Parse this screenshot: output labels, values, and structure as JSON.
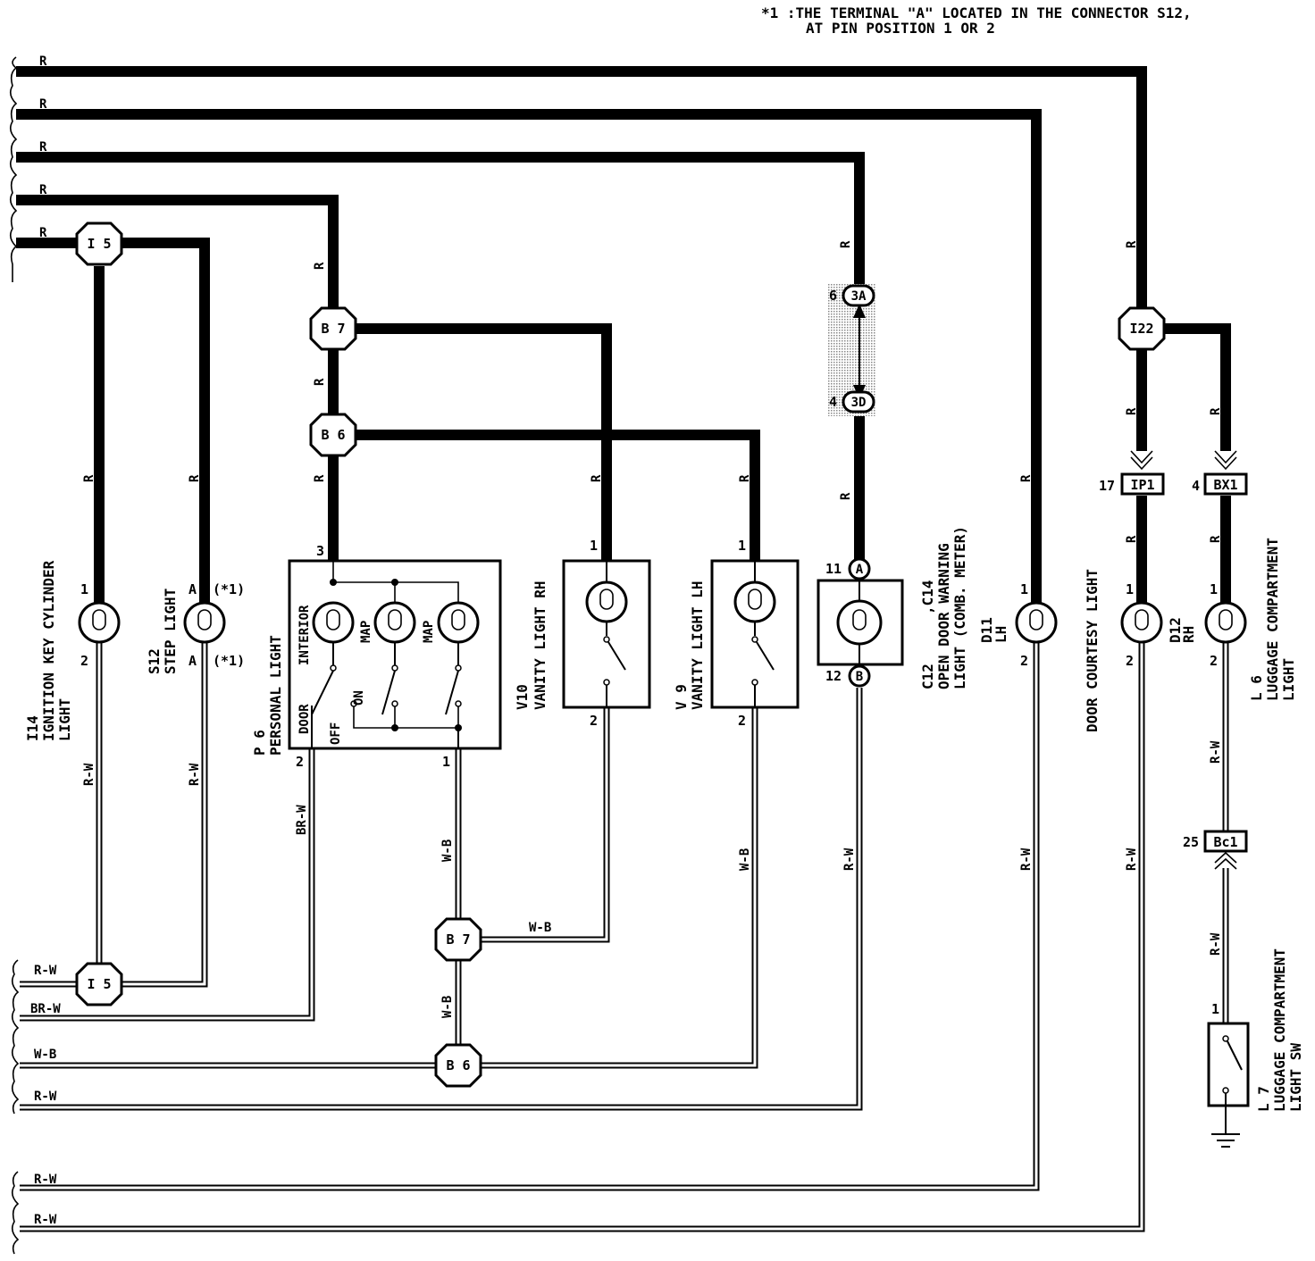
{
  "note": {
    "line1": "*1 :THE TERMINAL \"A\" LOCATED IN THE CONNECTOR S12,",
    "line2": "AT PIN POSITION 1 OR 2"
  },
  "wire_colors": {
    "R": "R",
    "RW": "R-W",
    "BRW": "BR-W",
    "WB": "W-B"
  },
  "junctions": {
    "i5": "I 5",
    "b7": "B 7",
    "b6": "B 6",
    "i22": "I22",
    "ip1": "IP1",
    "bx1": "BX1",
    "bc1": "Bc1",
    "c3a": "3A",
    "c3d": "3D"
  },
  "pins": {
    "p1": "1",
    "p2": "2",
    "p3": "3",
    "p4": "4",
    "p6": "6",
    "p11": "11",
    "p12": "12",
    "p17": "17",
    "p25": "25",
    "a": "A",
    "b": "B",
    "a_star": "(*1)"
  },
  "components": {
    "i14": {
      "code": "I14",
      "name1": "IGNITION KEY CYLINDER",
      "name2": "LIGHT"
    },
    "s12": {
      "code": "S12",
      "name1": "STEP LIGHT"
    },
    "p6": {
      "code": "P 6",
      "name1": "PERSONAL LIGHT",
      "interior": "INTERIOR",
      "map1": "MAP",
      "map2": "MAP",
      "door": "DOOR",
      "off": "OFF",
      "on": "ON"
    },
    "v10": {
      "code": "V10",
      "name1": "VANITY LIGHT RH"
    },
    "v9": {
      "code": "V 9",
      "name1": "VANITY LIGHT LH"
    },
    "c12": {
      "code": "C12",
      "code2": ",C14",
      "name1": "OPEN DOOR WARNING",
      "name2": "LIGHT (COMB. METER)"
    },
    "d11": {
      "code": "D11",
      "side": "LH"
    },
    "door_courtesy": {
      "name1": "DOOR COURTESY LIGHT"
    },
    "d12": {
      "code": "D12",
      "side": "RH"
    },
    "l6": {
      "code": "L 6",
      "name1": "LUGGAGE COMPARTMENT",
      "name2": "LIGHT"
    },
    "l7": {
      "code": "L 7",
      "name1": "LUGGAGE COMPARTMENT",
      "name2": "LIGHT SW"
    }
  }
}
